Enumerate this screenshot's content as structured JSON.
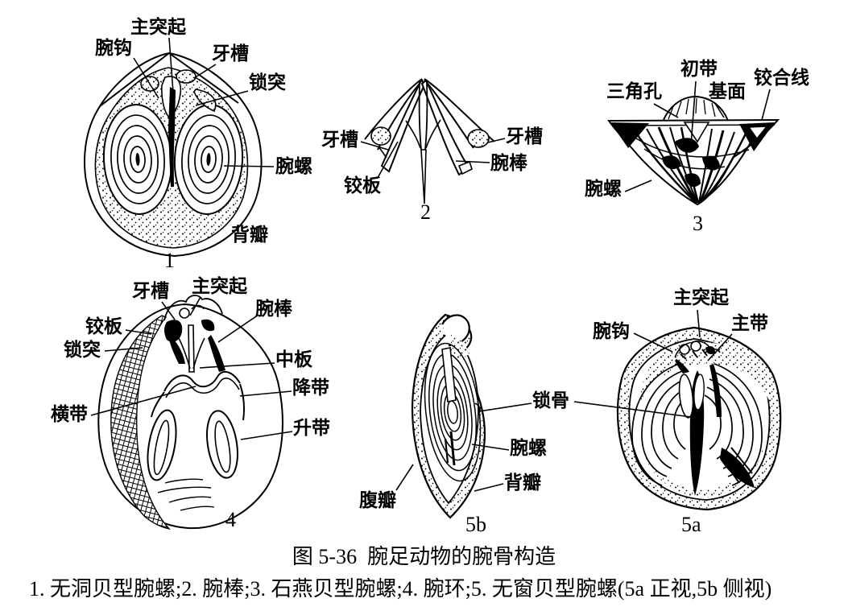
{
  "figure": {
    "caption": "图 5-36  腕足动物的腕骨构造",
    "legend": "1. 无洞贝型腕螺;2. 腕棒;3. 石燕贝型腕螺;4. 腕环;5. 无窗贝型腕螺(5a 正视,5b 侧视)"
  },
  "colors": {
    "ink": "#000000",
    "paper": "#ffffff"
  },
  "fig1": {
    "number": "1",
    "labels": {
      "zhutuqi": "主突起",
      "wangou": "腕钩",
      "yacao": "牙槽",
      "suotu": "锁突",
      "wanluo": "腕螺",
      "beiban": "背瓣"
    }
  },
  "fig2": {
    "number": "2",
    "labels": {
      "yacao_left": "牙槽",
      "jiaoban": "铰板",
      "yacao_right": "牙槽",
      "wanbang": "腕棒"
    }
  },
  "fig3": {
    "number": "3",
    "labels": {
      "chudai": "初带",
      "sanjiaokong": "三角孔",
      "jimian": "基面",
      "jiaohexian": "铰合线",
      "wanluo": "腕螺"
    }
  },
  "fig4": {
    "number": "4",
    "labels": {
      "yacao": "牙槽",
      "zhutuqi": "主突起",
      "wanbang": "腕棒",
      "jiaoban": "铰板",
      "suotu": "锁突",
      "zhongban": "中板",
      "jiangdai": "降带",
      "hengdai": "横带",
      "shengdai": "升带"
    }
  },
  "fig5b": {
    "number": "5b",
    "labels": {
      "fuban": "腹瓣",
      "wanluo": "腕螺",
      "beiban": "背瓣"
    }
  },
  "fig5a": {
    "number": "5a",
    "labels": {
      "zhutuqi": "主突起",
      "zhudai": "主带",
      "wangou": "腕钩"
    }
  },
  "shared": {
    "suogu": "锁骨"
  }
}
